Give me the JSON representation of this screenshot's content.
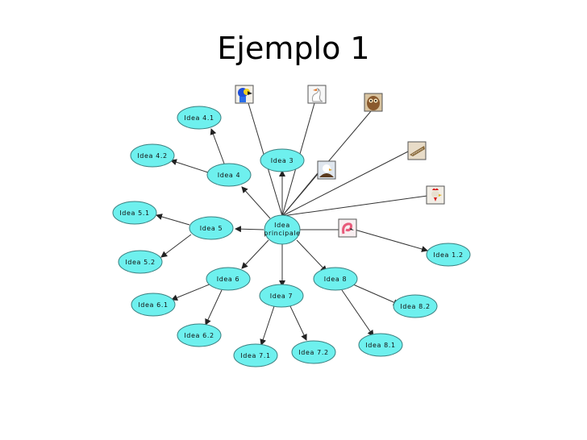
{
  "title": "Ejemplo 1",
  "diagram": {
    "center": {
      "label_line1": "Idea",
      "label_line2": "principale"
    },
    "nodes": {
      "idea3": "Idea 3",
      "idea4": "Idea 4",
      "idea41": "Idea 4.1",
      "idea42": "Idea 4.2",
      "idea5": "Idea 5",
      "idea51": "Idea 5.1",
      "idea52": "Idea 5.2",
      "idea6": "Idea 6",
      "idea61": "Idea 6.1",
      "idea62": "Idea 6.2",
      "idea7": "Idea 7",
      "idea71": "Idea 7.1",
      "idea72": "Idea 7.2",
      "idea8": "Idea 8",
      "idea81": "Idea 8.1",
      "idea82": "Idea 8.2",
      "idea12": "Idea 1.2"
    },
    "images": [
      "parrot-icon",
      "swan-icon",
      "owl-icon",
      "crocodile-icon",
      "eagle-icon",
      "rooster-icon",
      "flamingo-icon"
    ]
  }
}
